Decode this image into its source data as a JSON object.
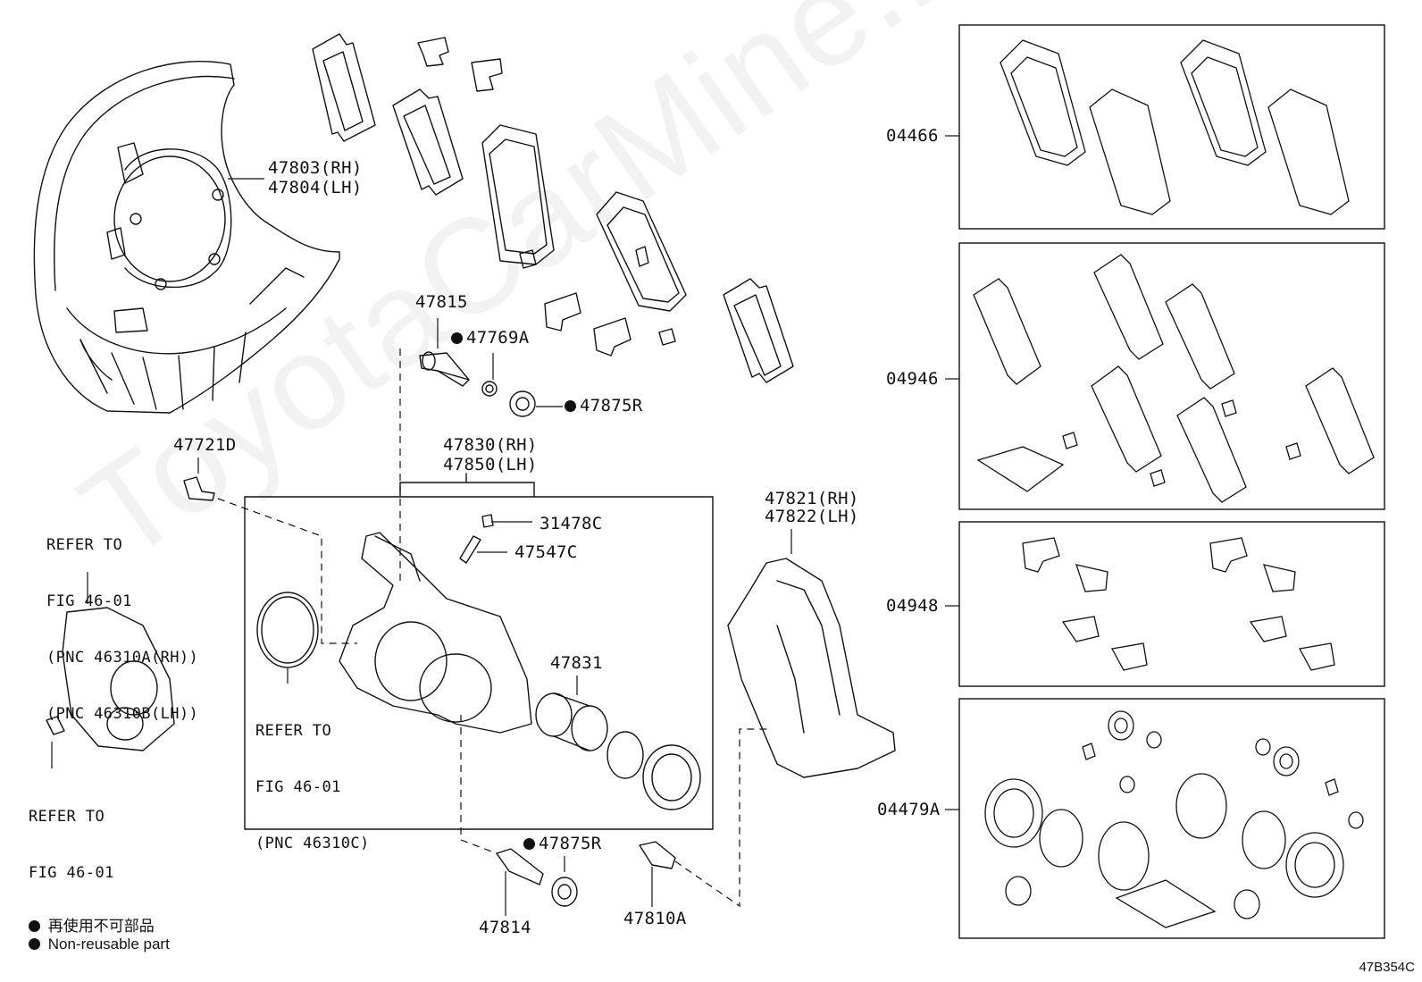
{
  "watermark": "ToyotaCarMine.ru",
  "diagram_code": "47B354C",
  "legend": {
    "jp": "再使用不可部品",
    "en": "Non-reusable part"
  },
  "parts": {
    "p47803": "47803(RH)",
    "p47804": "47804(LH)",
    "p47815": "47815",
    "p47769A": "47769A",
    "p47875R_top": "47875R",
    "p47721D": "47721D",
    "p47830": "47830(RH)",
    "p47850": "47850(LH)",
    "p31478C": "31478C",
    "p47547C": "47547C",
    "p47821": "47821(RH)",
    "p47822": "47822(LH)",
    "p47831": "47831",
    "p47875R_bottom": "47875R",
    "p47814": "47814",
    "p47810A": "47810A",
    "k04466": "04466",
    "k04946": "04946",
    "k04948": "04948",
    "k04479A": "04479A"
  },
  "refs": {
    "ref_top_l1": "REFER TO",
    "ref_top_l2": "FIG 46-01",
    "ref_top_l3": "(PNC 46310A(RH))",
    "ref_top_l4": "(PNC 46310B(LH))",
    "ref_mid_l1": "REFER TO",
    "ref_mid_l2": "FIG 46-01",
    "ref_mid_l3": "(PNC 46310C)",
    "ref_bot_l1": "REFER TO",
    "ref_bot_l2": "FIG 46-01"
  }
}
